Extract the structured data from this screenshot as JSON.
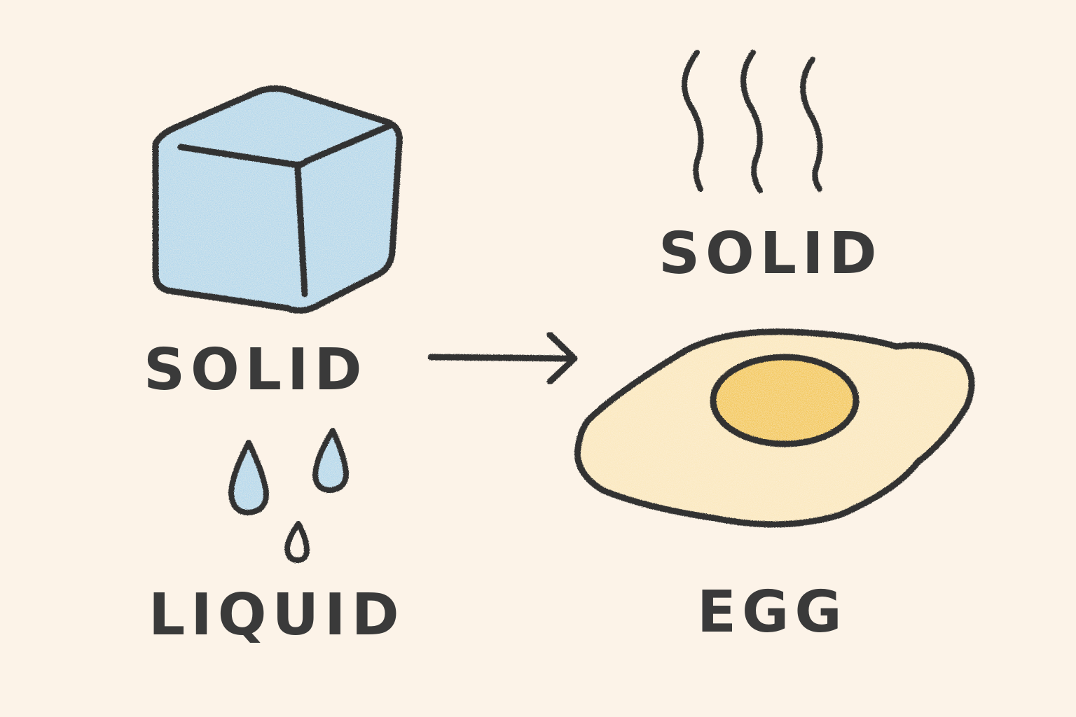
{
  "labels": {
    "solid_left": "SOLID",
    "liquid": "LIQUID",
    "solid_right": "SOLID",
    "egg": "EGG"
  },
  "icons": {
    "ice_cube": "ice-cube-icon",
    "water_drops": "water-drops-icon",
    "arrow": "arrow-right-icon",
    "steam": "steam-icon",
    "fried_egg": "fried-egg-icon"
  },
  "colors": {
    "background": "#fcf3e8",
    "outline": "#333333",
    "ice_fill": "#a9d4ee",
    "water_fill": "#a9d4ee",
    "egg_white": "#fbe7b8",
    "egg_yolk": "#f2c24a"
  }
}
